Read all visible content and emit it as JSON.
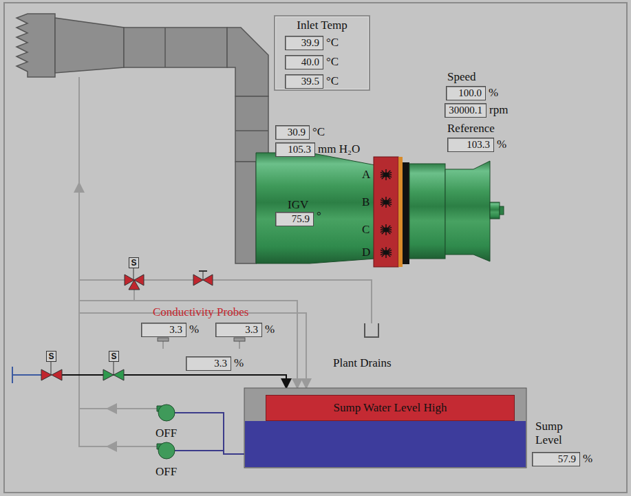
{
  "diagram": {
    "nodes": [
      {
        "text": [
          "Inlet Temp"
        ]
      },
      {
        "text": [
          "39.9"
        ],
        "in": 0
      },
      {
        "text": [
          "40.0"
        ],
        "in": 0
      },
      {
        "text": [
          "39.5"
        ],
        "in": 0
      },
      {
        "text": [
          "100.0"
        ]
      },
      {
        "text": [
          "30000.1"
        ]
      },
      {
        "text": [
          "103.3"
        ]
      },
      {
        "text": [
          "30.9"
        ]
      },
      {
        "text": [
          "105.3"
        ]
      },
      {
        "text": [
          "75.9"
        ]
      },
      {
        "text": [
          "S"
        ]
      },
      {
        "text": [
          "3.3"
        ]
      },
      {
        "text": [
          "3.3"
        ]
      },
      {
        "text": [
          "S"
        ]
      },
      {
        "text": [
          "S"
        ]
      },
      {
        "text": [
          "3.3"
        ]
      },
      {
        "text": [
          "Sump Water Level High"
        ]
      },
      {
        "text": [
          "57.9"
        ]
      }
    ],
    "labels": [
      "°C",
      "°C",
      "°C",
      "Speed",
      "%",
      "rpm",
      "Reference",
      "%",
      "°C",
      "mm H₂O",
      "IGV",
      "°",
      "A",
      "B",
      "C",
      "D",
      "Conductivity Probes",
      "%",
      "%",
      "%",
      "Plant Drains",
      "Sump Level",
      "%",
      "OFF",
      "OFF"
    ]
  }
}
